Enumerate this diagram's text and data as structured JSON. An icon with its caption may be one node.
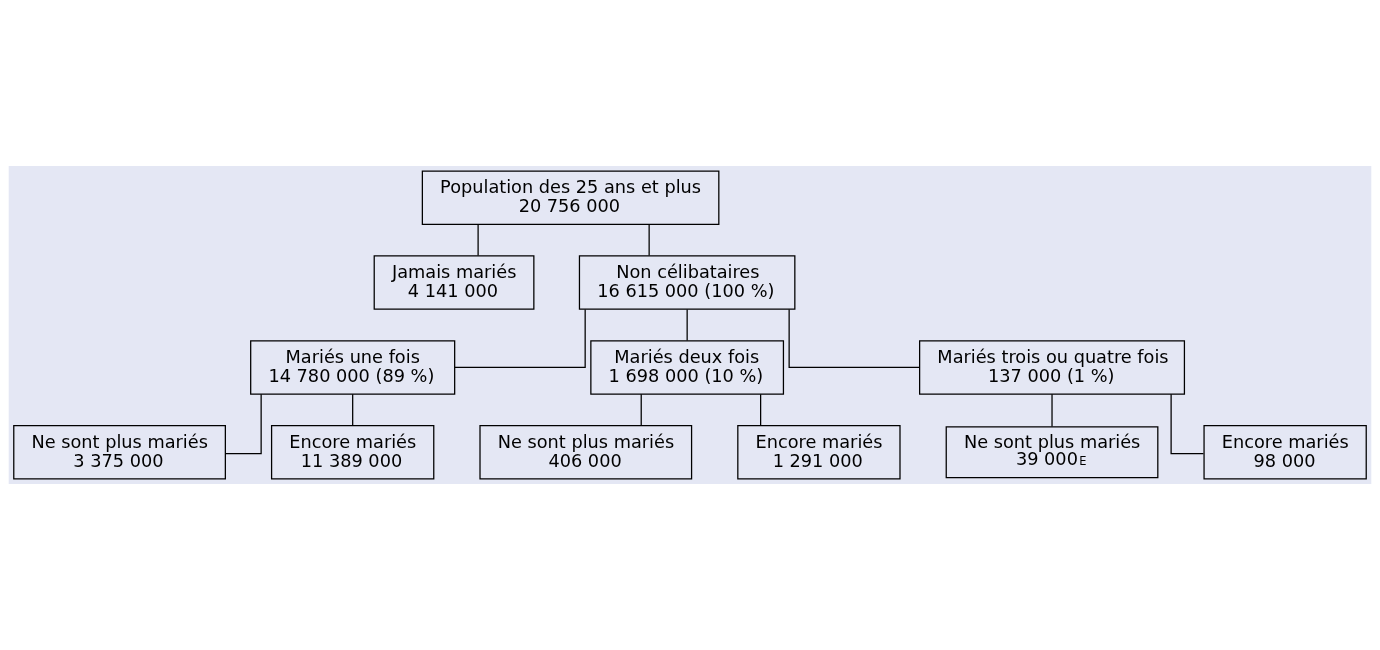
{
  "diagram": {
    "nodes": [
      {
        "text": [
          "Population des 25 ans et plus",
          "20 756 000"
        ]
      },
      {
        "text": [
          "Jamais mariés",
          "4 141 000"
        ]
      },
      {
        "text": [
          "Non célibataires",
          "16 615 000 (100 %)"
        ]
      },
      {
        "text": [
          "Mariés une fois",
          "14 780 000 (89 %)"
        ]
      },
      {
        "text": [
          "Mariés deux fois",
          "1 698 000 (10 %)"
        ]
      },
      {
        "text": [
          "Mariés trois ou quatre fois",
          "137 000 (1 %)"
        ]
      },
      {
        "text": [
          "Ne sont plus mariés",
          "3 375 000"
        ]
      },
      {
        "text": [
          "Ne sont plus mariés",
          "406 000"
        ]
      },
      {
        "text": [
          "Ne sont plus mariés",
          "39 000$^{E}$"
        ]
      },
      {
        "text": [
          "Encore mariés",
          "11 389 000"
        ]
      },
      {
        "text": [
          "Encore mariés",
          "1 291 000"
        ]
      },
      {
        "text": [
          "Encore mariés",
          "98 000"
        ]
      }
    ],
    "edges": [
      {
        "from": 0,
        "to": 2,
        "arrow": "none"
      },
      {
        "from": 0,
        "to": 1,
        "arrow": "none"
      },
      {
        "from": 2,
        "to": 3,
        "arrow": "none"
      },
      {
        "from": 2,
        "to": 4,
        "arrow": "none"
      },
      {
        "from": 2,
        "to": 5,
        "arrow": "none"
      },
      {
        "from": 3,
        "to": 6,
        "arrow": "none"
      },
      {
        "from": 3,
        "to": 9,
        "arrow": "none"
      },
      {
        "from": 4,
        "to": 7,
        "arrow": "none"
      },
      {
        "from": 4,
        "to": 10,
        "arrow": "none"
      },
      {
        "from": 5,
        "to": 8,
        "arrow": "none"
      },
      {
        "from": 5,
        "to": 11,
        "arrow": "none"
      }
    ]
  }
}
